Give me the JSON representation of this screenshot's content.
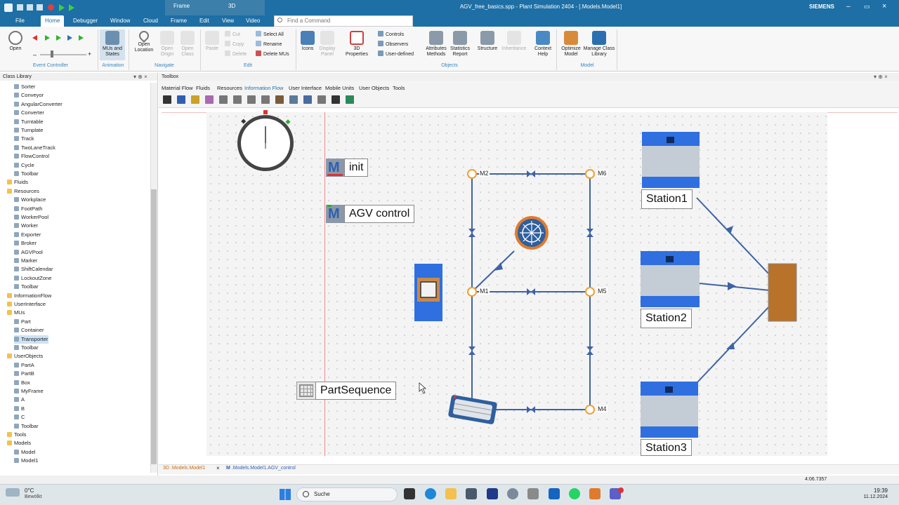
{
  "titlebar": {
    "filename": "AGV_free_basics.spp - Plant Simulation 2404 - [.Models.Model1]",
    "context_tab": "Frame",
    "context_tab_3d": "3D",
    "brand": "SIEMENS"
  },
  "menu": [
    "File",
    "Home",
    "Debugger",
    "Window",
    "Cloud",
    "Frame",
    "Edit",
    "View",
    "Video"
  ],
  "search": {
    "placeholder": "Find a Command"
  },
  "ribbon": {
    "event_controller": {
      "open": "Open",
      "label": "Event Controller"
    },
    "animation": {
      "mus_states": "MUs and States",
      "label": "Animation"
    },
    "navigate": {
      "open_location": "Open Location",
      "open_origin": "Open Origin",
      "open_class": "Open Class",
      "label": "Navigate"
    },
    "edit": {
      "paste": "Paste",
      "cut": "Cut",
      "copy": "Copy",
      "delete": "Delete",
      "select_all": "Select All",
      "rename": "Rename",
      "delete_mus": "Delete MUs",
      "label": "Edit"
    },
    "icons": "Icons",
    "display_panel": "Display Panel",
    "properties_3d": "3D Properties",
    "controls": "Controls",
    "observers": "Observers",
    "user_defined": "User-defined",
    "attributes_methods": "Attributes Methods",
    "statistics_report": "Statistics Report",
    "structure": "Structure",
    "inheritance": "Inheritance",
    "context_help": "Context Help",
    "objects_label": "Objects",
    "optimize_model": "Optimize Model",
    "manage_class_library": "Manage Class Library",
    "model_label": "Model"
  },
  "classlib": {
    "title": "Class Library",
    "items": [
      {
        "label": "Sorter",
        "folder": false
      },
      {
        "label": "Conveyor",
        "folder": false
      },
      {
        "label": "AngularConverter",
        "folder": false
      },
      {
        "label": "Converter",
        "folder": false
      },
      {
        "label": "Turntable",
        "folder": false
      },
      {
        "label": "Turnplate",
        "folder": false
      },
      {
        "label": "Track",
        "folder": false
      },
      {
        "label": "TwoLaneTrack",
        "folder": false
      },
      {
        "label": "FlowControl",
        "folder": false
      },
      {
        "label": "Cycle",
        "folder": false
      },
      {
        "label": "Toolbar",
        "folder": false
      },
      {
        "label": "Fluids",
        "folder": true
      },
      {
        "label": "Resources",
        "folder": true
      },
      {
        "label": "Workplace",
        "folder": false
      },
      {
        "label": "FootPath",
        "folder": false
      },
      {
        "label": "WorkerPool",
        "folder": false
      },
      {
        "label": "Worker",
        "folder": false
      },
      {
        "label": "Exporter",
        "folder": false
      },
      {
        "label": "Broker",
        "folder": false
      },
      {
        "label": "AGVPool",
        "folder": false
      },
      {
        "label": "Marker",
        "folder": false
      },
      {
        "label": "ShiftCalendar",
        "folder": false
      },
      {
        "label": "LockoutZone",
        "folder": false
      },
      {
        "label": "Toolbar",
        "folder": false
      },
      {
        "label": "InformationFlow",
        "folder": true
      },
      {
        "label": "UserInterface",
        "folder": true
      },
      {
        "label": "MUs",
        "folder": true
      },
      {
        "label": "Part",
        "folder": false
      },
      {
        "label": "Container",
        "folder": false
      },
      {
        "label": "Transporter",
        "folder": false,
        "selected": true
      },
      {
        "label": "Toolbar",
        "folder": false
      },
      {
        "label": "UserObjects",
        "folder": true
      },
      {
        "label": "PartA",
        "folder": false
      },
      {
        "label": "PartB",
        "folder": false
      },
      {
        "label": "Box",
        "folder": false
      },
      {
        "label": "MyFrame",
        "folder": false
      },
      {
        "label": "A",
        "folder": false
      },
      {
        "label": "B",
        "folder": false
      },
      {
        "label": "C",
        "folder": false
      },
      {
        "label": "Toolbar",
        "folder": false
      },
      {
        "label": "Tools",
        "folder": true
      },
      {
        "label": "Models",
        "folder": true
      },
      {
        "label": "Model",
        "folder": false
      },
      {
        "label": "Model1",
        "folder": false
      }
    ]
  },
  "toolbox": {
    "title": "Toolbox",
    "tabs": [
      "Material Flow",
      "Fluids",
      "Resources",
      "Information Flow",
      "User Interface",
      "Mobile Units",
      "User Objects",
      "Tools"
    ],
    "active_tab": "Information Flow"
  },
  "model": {
    "init": "init",
    "agv_control": "AGV control",
    "part_sequence": "PartSequence",
    "stations": [
      "Station1",
      "Station2",
      "Station3"
    ],
    "markers": [
      "M2",
      "M6",
      "M1",
      "M5",
      "M4"
    ]
  },
  "doctabs": [
    ".Models.Model1",
    ".Models.Model1.AGV_control"
  ],
  "doctab_3d_prefix": "3D",
  "status": {
    "time": "4:06.7357"
  },
  "taskbar": {
    "weather_temp": "0°C",
    "weather_desc": "Bewölkt",
    "search": "Suche",
    "clock": "19:39",
    "date": "11.12.2024"
  }
}
